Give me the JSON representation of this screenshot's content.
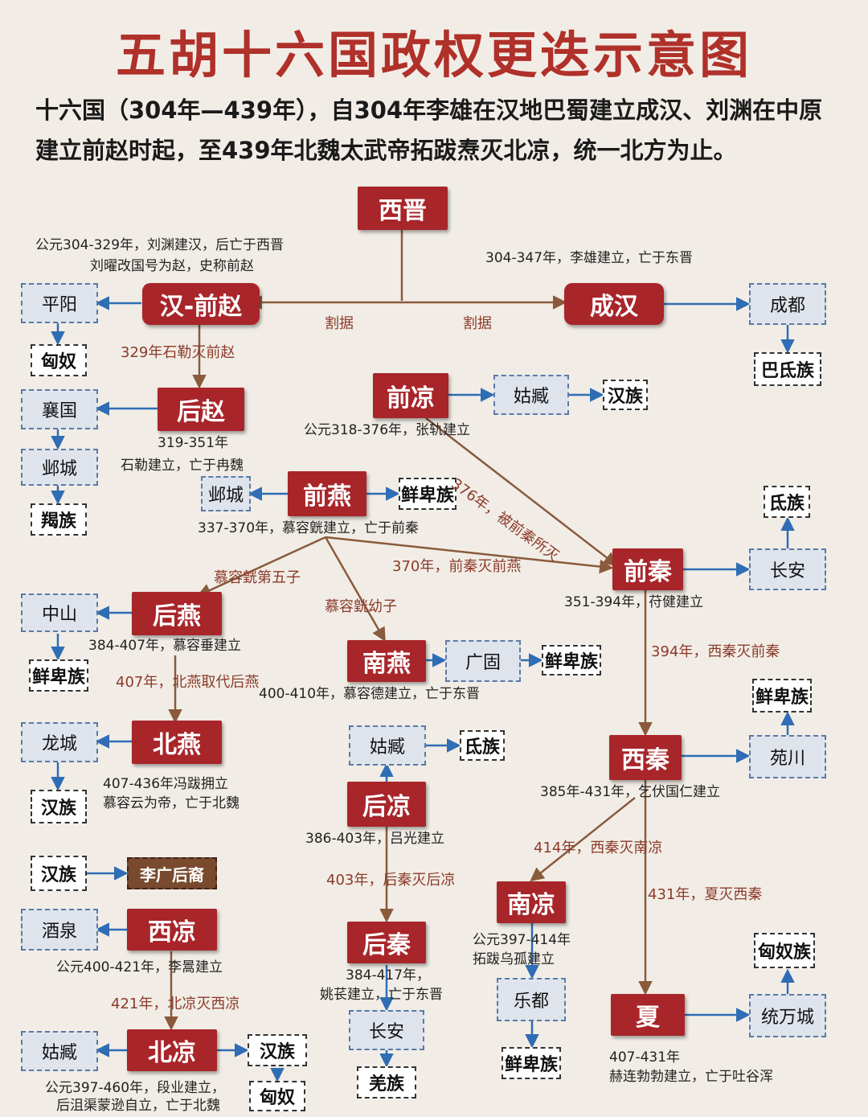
{
  "title": "五胡十六国政权更迭示意图",
  "intro": "十六国（304年—439年），自304年李雄在汉地巴蜀建立成汉、刘渊在中原建立前赵时起，至439年北魏太武帝拓跋焘灭北凉，统一北方为止。",
  "states": {
    "xijin": "西晋",
    "han_qianzhao": "汉-前赵",
    "chenghan": "成汉",
    "houzhao": "后赵",
    "qianliang": "前凉",
    "qianyan": "前燕",
    "qianqin": "前秦",
    "houyan": "后燕",
    "nanyan": "南燕",
    "beiyan": "北燕",
    "xiqin": "西秦",
    "houliang": "后凉",
    "xiliang": "西凉",
    "nanliang": "南凉",
    "houqin": "后秦",
    "xia": "夏",
    "beiliang": "北凉"
  },
  "places": {
    "pingyang": "平阳",
    "chengdu": "成都",
    "xiangguo": "襄国",
    "yecheng1": "邺城",
    "guzang1": "姑臧",
    "yecheng2": "邺城",
    "changan1": "长安",
    "zhongshan": "中山",
    "guanggu": "广固",
    "longcheng": "龙城",
    "yuanchuan": "苑川",
    "guzang2": "姑臧",
    "jiuquan": "酒泉",
    "ledu": "乐都",
    "changan2": "长安",
    "tongwancheng": "统万城",
    "guzang3": "姑臧"
  },
  "ethnic": {
    "xiongnu1": "匈奴",
    "bashi": "巴氐族",
    "jie": "羯族",
    "han1": "汉族",
    "xianbei1": "鲜卑族",
    "di1": "氐族",
    "xianbei2": "鲜卑族",
    "xianbei3": "鲜卑族",
    "han2": "汉族",
    "xianbei4": "鲜卑族",
    "di2": "氐族",
    "han3": "汉族",
    "xianbei5": "鲜卑族",
    "qiang": "羌族",
    "xiongnu2": "匈奴族",
    "han4": "汉族",
    "xiongnu3": "匈奴"
  },
  "special": {
    "liguang": "李广后裔"
  },
  "notes": {
    "han_qianzhao_1": "公元304-329年，刘渊建汉，后亡于西晋",
    "han_qianzhao_2": "刘曜改国号为赵，史称前赵",
    "chenghan": "304-347年，李雄建立，亡于东晋",
    "houzhao_1": "319-351年",
    "houzhao_2": "石勒建立，亡于冉魏",
    "qianliang": "公元318-376年，张轨建立",
    "qianyan": "337-370年，慕容皝建立，亡于前秦",
    "qianqin": "351-394年，苻健建立",
    "houyan": "384-407年，慕容垂建立",
    "nanyan": "400-410年，慕容德建立，亡于东晋",
    "beiyan_1": "407-436年冯跋拥立",
    "beiyan_2": "慕容云为帝，亡于北魏",
    "xiqin": "385年-431年，乞伏国仁建立",
    "houliang": "386-403年，吕光建立",
    "nanliang_1": "公元397-414年",
    "nanliang_2": "拓跋乌孤建立",
    "xiliang": "公元400-421年，李暠建立",
    "houqin_1": "384-417年，",
    "houqin_2": "姚苌建立，亡于东晋",
    "xia_1": "407-431年",
    "xia_2": "赫连勃勃建立，亡于吐谷浑",
    "beiliang_1": "公元397-460年，段业建立，",
    "beiliang_2": "后沮渠蒙逊自立，亡于北魏"
  },
  "events": {
    "geju1": "割据",
    "geju2": "割据",
    "e329": "329年石勒灭前赵",
    "e376": "376年，被前秦所灭",
    "e370": "370年，前秦灭前燕",
    "son5": "慕容皝第五子",
    "sonyoung": "慕容皝幼子",
    "e394": "394年，西秦灭前秦",
    "e407": "407年，北燕取代后燕",
    "e414": "414年，西秦灭南凉",
    "e431": "431年，夏灭西秦",
    "e403": "403年，后秦灭后凉",
    "e421": "421年，北凉灭西凉"
  },
  "colors": {
    "state": "#a8252a",
    "title": "#b0302a",
    "blue_arrow": "#2f6db5",
    "brown_arrow": "#8a5a3c"
  }
}
